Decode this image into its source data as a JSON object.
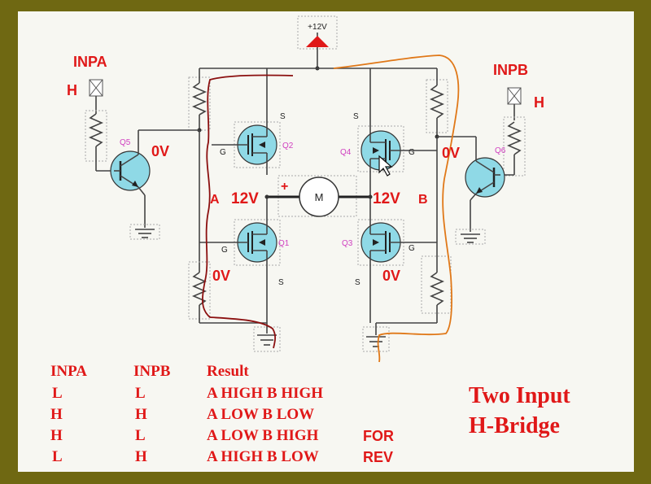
{
  "supply": {
    "label": "+12V"
  },
  "inputs": {
    "a": {
      "name": "INPA",
      "level": "H"
    },
    "b": {
      "name": "INPB",
      "level": "H"
    }
  },
  "transistors": {
    "q1": "Q1",
    "q2": "Q2",
    "q3": "Q3",
    "q4": "Q4",
    "q5": "Q5",
    "q6": "Q6"
  },
  "pins": {
    "gate": "G",
    "source": "S"
  },
  "motor": {
    "symbol": "M",
    "plus": "+"
  },
  "voltages": {
    "q5_out": "0V",
    "q6_out": "0V",
    "node_a": "12V",
    "node_b": "12V",
    "low_left": "0V",
    "low_right": "0V"
  },
  "nodes": {
    "a": "A",
    "b": "B"
  },
  "truth_table": {
    "headers": [
      "INPA",
      "INPB",
      "Result"
    ],
    "rows": [
      {
        "a": "L",
        "b": "L",
        "result": "A HIGH B HIGH",
        "note": ""
      },
      {
        "a": "H",
        "b": "H",
        "result": "A LOW B LOW",
        "note": ""
      },
      {
        "a": "H",
        "b": "L",
        "result": "A LOW B HIGH",
        "note": "FOR"
      },
      {
        "a": "L",
        "b": "H",
        "result": "A HIGH B LOW",
        "note": "REV"
      }
    ]
  },
  "title": {
    "line1": "Two Input",
    "line2": "H-Bridge"
  },
  "colors": {
    "frame": "#6f6812",
    "panel": "#f7f7f2",
    "label": "#e01818",
    "mosfet": "#8fd9e6",
    "annotation_left": "#8b1010",
    "annotation_right": "#e07818"
  }
}
